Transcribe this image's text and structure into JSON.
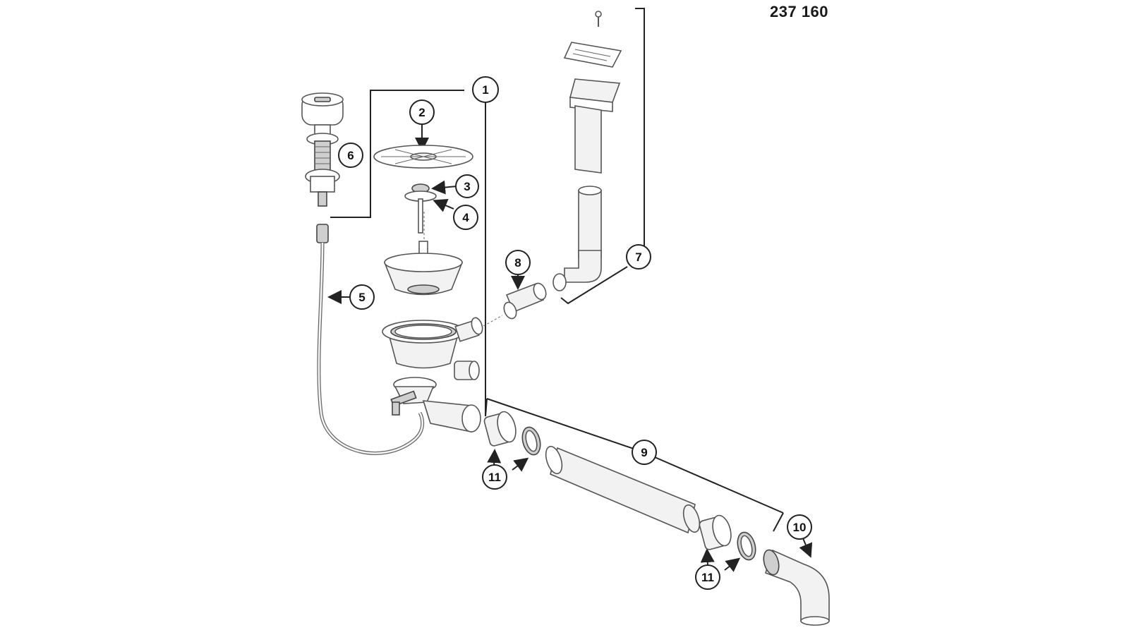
{
  "drawing": {
    "article_number": "237 160"
  },
  "callouts": [
    {
      "id": "1",
      "label": "1"
    },
    {
      "id": "2",
      "label": "2"
    },
    {
      "id": "3",
      "label": "3"
    },
    {
      "id": "4",
      "label": "4"
    },
    {
      "id": "5",
      "label": "5"
    },
    {
      "id": "6",
      "label": "6"
    },
    {
      "id": "7",
      "label": "7"
    },
    {
      "id": "8",
      "label": "8"
    },
    {
      "id": "9",
      "label": "9"
    },
    {
      "id": "10",
      "label": "10"
    },
    {
      "id": "11a",
      "label": "11"
    },
    {
      "id": "11b",
      "label": "11"
    }
  ]
}
